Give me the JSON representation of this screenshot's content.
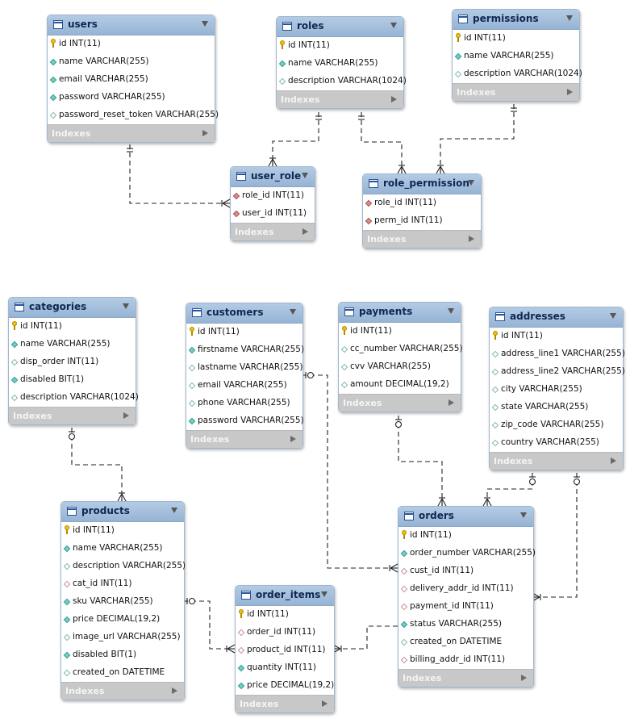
{
  "indexes_label": "Indexes",
  "tables": [
    {
      "id": "users",
      "name": "users",
      "cols": [
        {
          "text": "id INT(11)",
          "icon": "key"
        },
        {
          "text": "name VARCHAR(255)",
          "icon": "nn"
        },
        {
          "text": "email VARCHAR(255)",
          "icon": "nn"
        },
        {
          "text": "password VARCHAR(255)",
          "icon": "nn"
        },
        {
          "text": "password_reset_token VARCHAR(255)",
          "icon": "nl"
        }
      ]
    },
    {
      "id": "roles",
      "name": "roles",
      "cols": [
        {
          "text": "id INT(11)",
          "icon": "key"
        },
        {
          "text": "name VARCHAR(255)",
          "icon": "nn"
        },
        {
          "text": "description VARCHAR(1024)",
          "icon": "nl"
        }
      ]
    },
    {
      "id": "permissions",
      "name": "permissions",
      "cols": [
        {
          "text": "id INT(11)",
          "icon": "key"
        },
        {
          "text": "name VARCHAR(255)",
          "icon": "nn"
        },
        {
          "text": "description VARCHAR(1024)",
          "icon": "nl"
        }
      ]
    },
    {
      "id": "user_role",
      "name": "user_role",
      "cols": [
        {
          "text": "role_id INT(11)",
          "icon": "fk"
        },
        {
          "text": "user_id INT(11)",
          "icon": "fk"
        }
      ]
    },
    {
      "id": "role_permission",
      "name": "role_permission",
      "cols": [
        {
          "text": "role_id INT(11)",
          "icon": "fk"
        },
        {
          "text": "perm_id INT(11)",
          "icon": "fk"
        }
      ]
    },
    {
      "id": "categories",
      "name": "categories",
      "cols": [
        {
          "text": "id INT(11)",
          "icon": "key"
        },
        {
          "text": "name VARCHAR(255)",
          "icon": "nn"
        },
        {
          "text": "disp_order INT(11)",
          "icon": "nl"
        },
        {
          "text": "disabled BIT(1)",
          "icon": "nn"
        },
        {
          "text": "description VARCHAR(1024)",
          "icon": "nl"
        }
      ]
    },
    {
      "id": "customers",
      "name": "customers",
      "cols": [
        {
          "text": "id INT(11)",
          "icon": "key"
        },
        {
          "text": "firstname VARCHAR(255)",
          "icon": "nn"
        },
        {
          "text": "lastname VARCHAR(255)",
          "icon": "nl"
        },
        {
          "text": "email VARCHAR(255)",
          "icon": "nl"
        },
        {
          "text": "phone VARCHAR(255)",
          "icon": "nl"
        },
        {
          "text": "password VARCHAR(255)",
          "icon": "nn"
        }
      ]
    },
    {
      "id": "payments",
      "name": "payments",
      "cols": [
        {
          "text": "id INT(11)",
          "icon": "key"
        },
        {
          "text": "cc_number VARCHAR(255)",
          "icon": "nl"
        },
        {
          "text": "cvv VARCHAR(255)",
          "icon": "nl"
        },
        {
          "text": "amount DECIMAL(19,2)",
          "icon": "nl"
        }
      ]
    },
    {
      "id": "addresses",
      "name": "addresses",
      "cols": [
        {
          "text": "id INT(11)",
          "icon": "key"
        },
        {
          "text": "address_line1 VARCHAR(255)",
          "icon": "nl"
        },
        {
          "text": "address_line2 VARCHAR(255)",
          "icon": "nl"
        },
        {
          "text": "city VARCHAR(255)",
          "icon": "nl"
        },
        {
          "text": "state VARCHAR(255)",
          "icon": "nl"
        },
        {
          "text": "zip_code VARCHAR(255)",
          "icon": "nl"
        },
        {
          "text": "country VARCHAR(255)",
          "icon": "nl"
        }
      ]
    },
    {
      "id": "products",
      "name": "products",
      "cols": [
        {
          "text": "id INT(11)",
          "icon": "key"
        },
        {
          "text": "name VARCHAR(255)",
          "icon": "nn"
        },
        {
          "text": "description VARCHAR(255)",
          "icon": "nl"
        },
        {
          "text": "cat_id INT(11)",
          "icon": "fkn"
        },
        {
          "text": "sku VARCHAR(255)",
          "icon": "nn"
        },
        {
          "text": "price DECIMAL(19,2)",
          "icon": "nn"
        },
        {
          "text": "image_url VARCHAR(255)",
          "icon": "nl"
        },
        {
          "text": "disabled BIT(1)",
          "icon": "nn"
        },
        {
          "text": "created_on DATETIME",
          "icon": "nl"
        }
      ]
    },
    {
      "id": "order_items",
      "name": "order_items",
      "cols": [
        {
          "text": "id INT(11)",
          "icon": "key"
        },
        {
          "text": "order_id INT(11)",
          "icon": "fkn"
        },
        {
          "text": "product_id INT(11)",
          "icon": "fkn"
        },
        {
          "text": "quantity INT(11)",
          "icon": "nn"
        },
        {
          "text": "price DECIMAL(19,2)",
          "icon": "nn"
        }
      ]
    },
    {
      "id": "orders",
      "name": "orders",
      "cols": [
        {
          "text": "id INT(11)",
          "icon": "key"
        },
        {
          "text": "order_number VARCHAR(255)",
          "icon": "nn"
        },
        {
          "text": "cust_id INT(11)",
          "icon": "fkn"
        },
        {
          "text": "delivery_addr_id INT(11)",
          "icon": "fkn"
        },
        {
          "text": "payment_id INT(11)",
          "icon": "fkn"
        },
        {
          "text": "status VARCHAR(255)",
          "icon": "nn"
        },
        {
          "text": "created_on DATETIME",
          "icon": "nl"
        },
        {
          "text": "billing_addr_id INT(11)",
          "icon": "fkn"
        }
      ]
    }
  ],
  "relationships": [
    {
      "from": "users",
      "to": "user_role",
      "one": "mandatory",
      "many": "mandatory"
    },
    {
      "from": "roles",
      "to": "user_role",
      "one": "mandatory",
      "many": "mandatory"
    },
    {
      "from": "roles",
      "to": "role_permission",
      "one": "mandatory",
      "many": "mandatory"
    },
    {
      "from": "permissions",
      "to": "role_permission",
      "one": "mandatory",
      "many": "mandatory"
    },
    {
      "from": "categories",
      "to": "products",
      "one": "optional",
      "many": "mandatory"
    },
    {
      "from": "customers",
      "to": "orders",
      "one": "optional",
      "many": "mandatory"
    },
    {
      "from": "payments",
      "to": "orders",
      "one": "optional",
      "many": "mandatory"
    },
    {
      "from": "addresses",
      "to": "orders",
      "one": "optional",
      "many": "mandatory",
      "via": "delivery_addr_id"
    },
    {
      "from": "addresses",
      "to": "orders",
      "one": "optional",
      "many": "mandatory",
      "via": "billing_addr_id"
    },
    {
      "from": "products",
      "to": "order_items",
      "one": "optional",
      "many": "mandatory"
    },
    {
      "from": "orders",
      "to": "order_items",
      "one": "optional",
      "many": "mandatory"
    }
  ]
}
